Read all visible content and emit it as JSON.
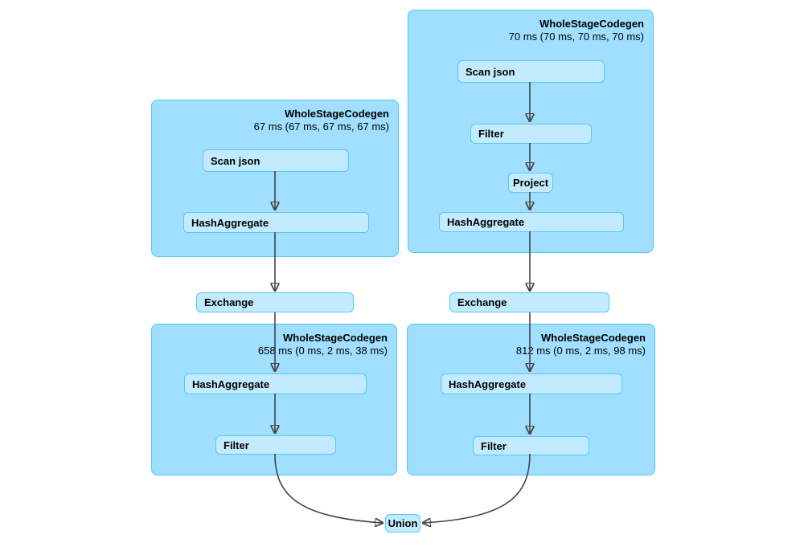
{
  "diagram": {
    "type": "query-plan-dag",
    "clusters": {
      "mid_left": {
        "title": "WholeStageCodegen",
        "duration": "67 ms (67 ms, 67 ms, 67 ms)"
      },
      "top_right": {
        "title": "WholeStageCodegen",
        "duration": "70 ms (70 ms, 70 ms, 70 ms)"
      },
      "bottom_left": {
        "title": "WholeStageCodegen",
        "duration": "658 ms (0 ms, 2 ms, 38 ms)"
      },
      "bottom_right": {
        "title": "WholeStageCodegen",
        "duration": "812 ms (0 ms, 2 ms, 98 ms)"
      }
    },
    "nodes": {
      "mid_left_scan": "Scan json",
      "mid_left_hashaggregate": "HashAggregate",
      "exchange_left": "Exchange",
      "bottom_left_hashaggregate": "HashAggregate",
      "bottom_left_filter": "Filter",
      "top_right_scan": "Scan json",
      "top_right_filter": "Filter",
      "top_right_project": "Project",
      "top_right_hashaggregate": "HashAggregate",
      "exchange_right": "Exchange",
      "bottom_right_hashaggregate": "HashAggregate",
      "bottom_right_filter": "Filter",
      "union": "Union"
    },
    "edges": [
      {
        "from": "mid_left_scan",
        "to": "mid_left_hashaggregate"
      },
      {
        "from": "mid_left_hashaggregate",
        "to": "exchange_left"
      },
      {
        "from": "exchange_left",
        "to": "bottom_left_hashaggregate"
      },
      {
        "from": "bottom_left_hashaggregate",
        "to": "bottom_left_filter"
      },
      {
        "from": "bottom_left_filter",
        "to": "union"
      },
      {
        "from": "top_right_scan",
        "to": "top_right_filter"
      },
      {
        "from": "top_right_filter",
        "to": "top_right_project"
      },
      {
        "from": "top_right_project",
        "to": "top_right_hashaggregate"
      },
      {
        "from": "top_right_hashaggregate",
        "to": "exchange_right"
      },
      {
        "from": "exchange_right",
        "to": "bottom_right_hashaggregate"
      },
      {
        "from": "bottom_right_hashaggregate",
        "to": "bottom_right_filter"
      },
      {
        "from": "bottom_right_filter",
        "to": "union"
      }
    ],
    "colors": {
      "cluster_fill": "#A0DFFF",
      "cluster_border": "#53C5F5",
      "node_fill": "#C3EBFF",
      "node_border": "#56C8F2",
      "edge": "#444444",
      "background": "#FFFFFF"
    }
  }
}
